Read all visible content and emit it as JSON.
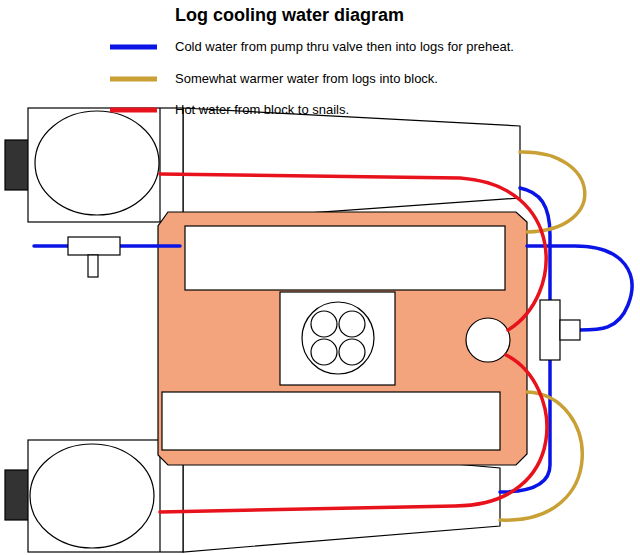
{
  "diagram": {
    "title": "Log cooling water diagram",
    "legend": [
      {
        "text": "Cold water from pump thru valve then into logs for preheat."
      },
      {
        "text": "Somewhat warmer water from logs into block."
      },
      {
        "text": "Hot water from block to snails."
      }
    ]
  }
}
